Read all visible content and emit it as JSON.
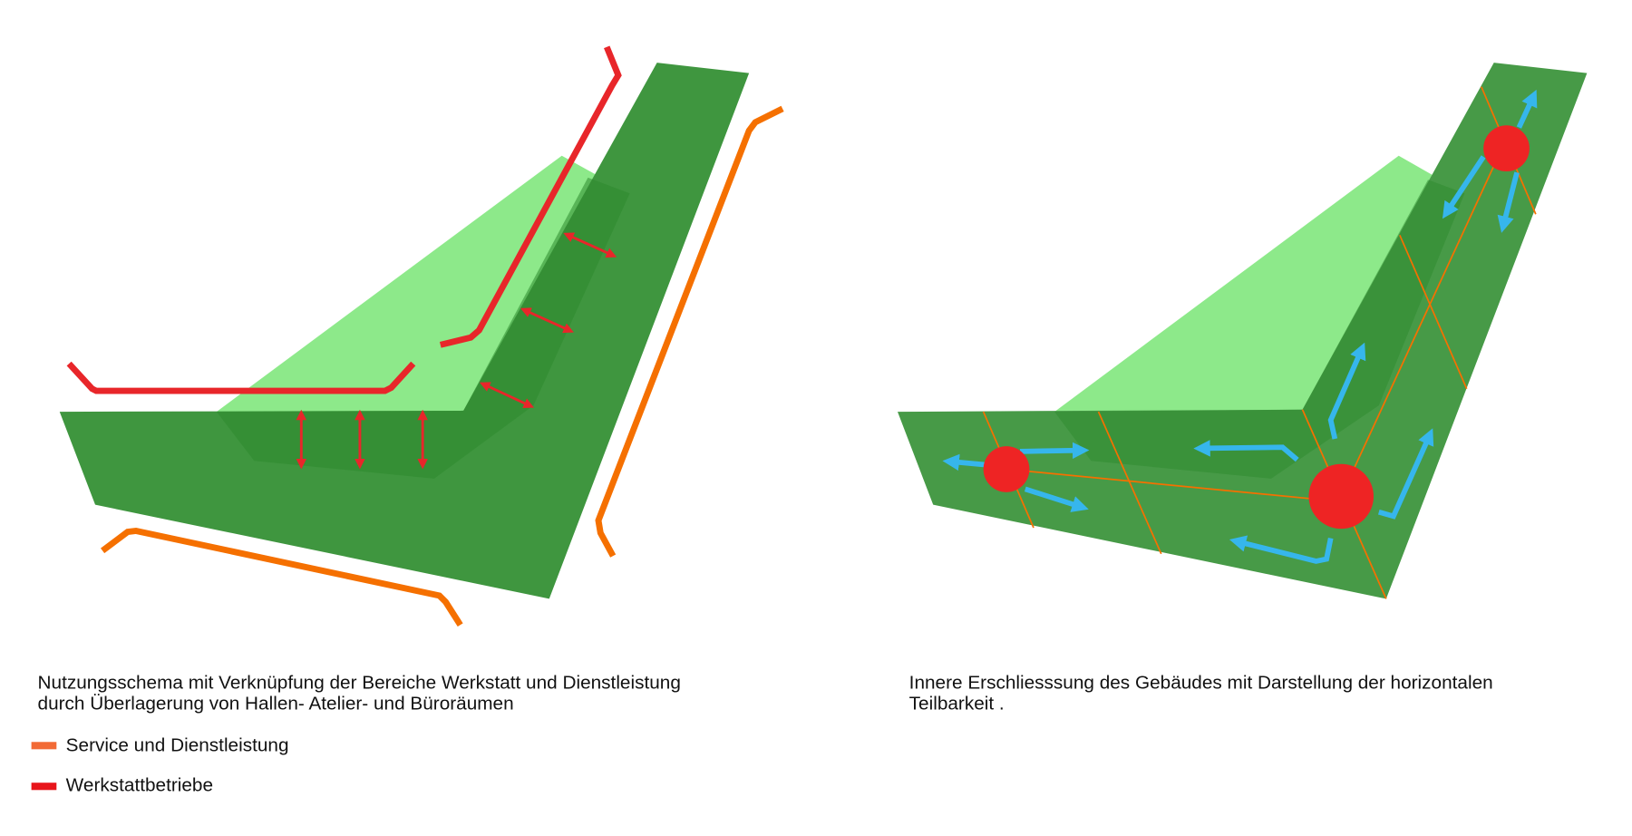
{
  "left_panel": {
    "caption_line1": "Nutzungsschema mit Verknüpfung der Bereiche Werkstatt und Dienstleistung",
    "caption_line2": "durch Überlagerung von Hallen- Atelier- und Büroräumen"
  },
  "right_panel": {
    "caption_line1": "Innere Erschliesssung des Gebäudes mit Darstellung der horizontalen",
    "caption_line2": "Teilbarkeit ."
  },
  "legend": [
    {
      "label": "Service und Dienstleistung",
      "color": "#f26a35"
    },
    {
      "label": "Werkstattbetriebe",
      "color": "#e8151b"
    }
  ],
  "colors": {
    "band": "#3f963f",
    "band_right": "#479a47",
    "light": "#8de98a",
    "red_line": "#e8262a",
    "orange_line": "#f57000",
    "blue_arrow": "#36b6ec",
    "node": "#ee2424"
  }
}
